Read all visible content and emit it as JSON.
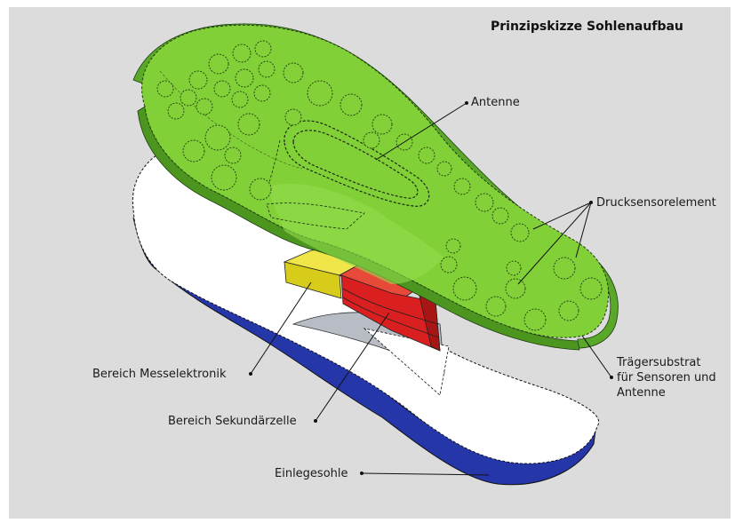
{
  "title": "Prinzipskizze Sohlenaufbau",
  "labels": {
    "antenne": "Antenne",
    "drucksensorelement": "Drucksensorelement",
    "traegersubstrat": [
      "Trägersubstrat",
      "für Sensoren und",
      "Antenne"
    ],
    "messelektronik": "Bereich  Messelektronik",
    "sekundaerzelle": "Bereich Sekundärzelle",
    "einlegesohle": "Einlegesohle"
  },
  "colors": {
    "background": "#dcdcdc",
    "sensor_sole": "#7ccf2e",
    "sensor_sole_light": "#9be04a",
    "sensor_edge": "#4f9a1c",
    "insole_top": "#ffffff",
    "insole_side": "#2536a8",
    "electronics": "#e8e030",
    "battery": "#dd2222"
  }
}
